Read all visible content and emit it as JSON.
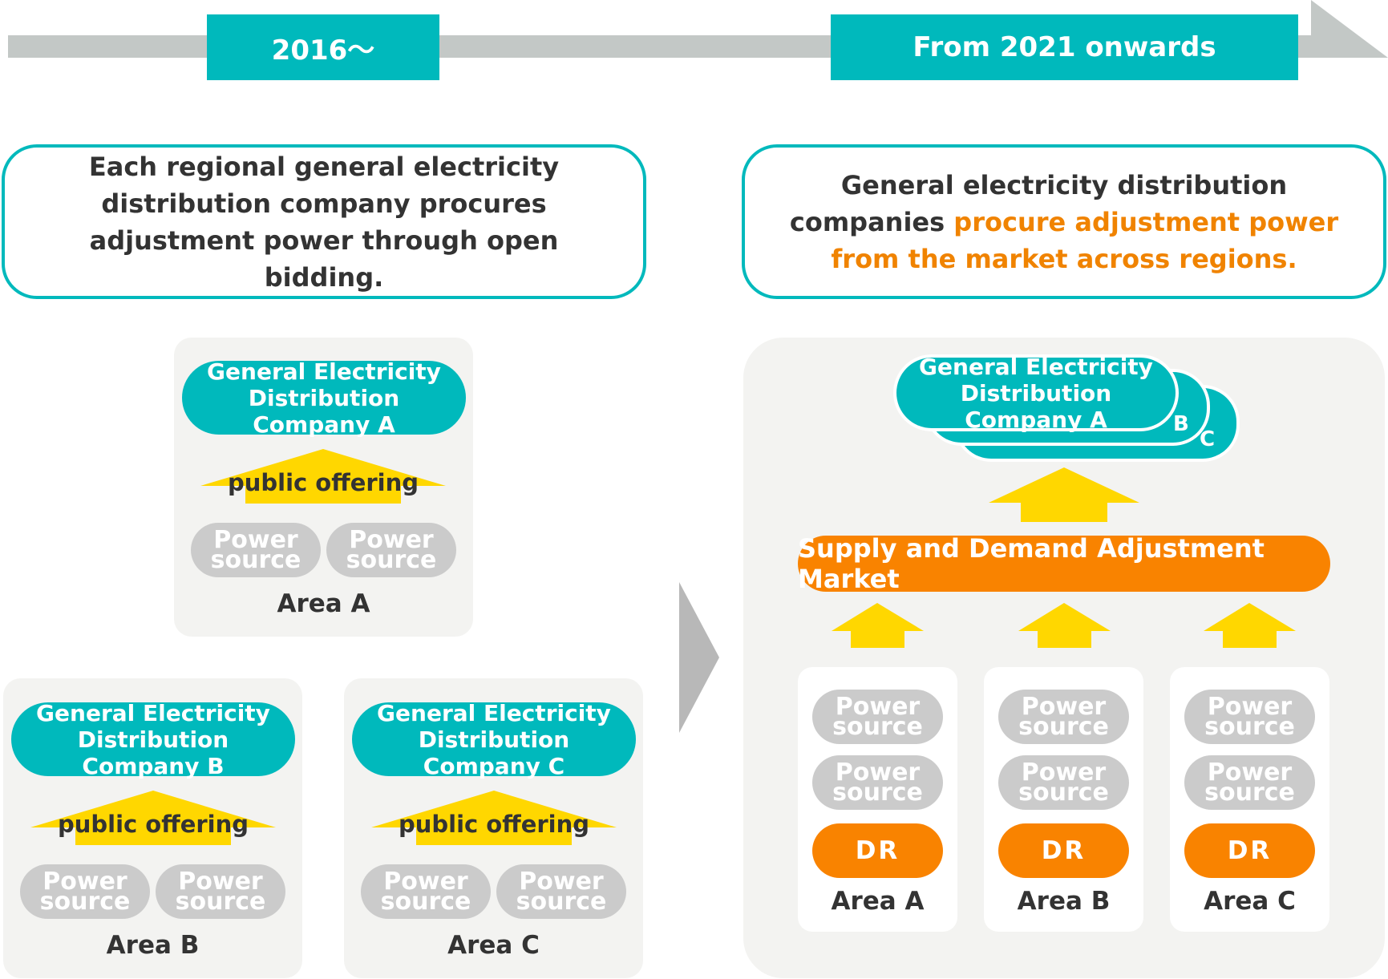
{
  "timeline": {
    "start_label": "2016～",
    "end_label": "From 2021 onwards"
  },
  "left": {
    "description": "Each regional general electricity distribution company procures adjustment power through open bidding.",
    "areas": [
      {
        "company": "General Electricity Distribution Company A",
        "offering": "public offering",
        "power": [
          "Power source",
          "Power source"
        ],
        "label": "Area A"
      },
      {
        "company": "General Electricity Distribution Company B",
        "offering": "public offering",
        "power": [
          "Power source",
          "Power source"
        ],
        "label": "Area B"
      },
      {
        "company": "General Electricity Distribution Company C",
        "offering": "public offering",
        "power": [
          "Power source",
          "Power source"
        ],
        "label": "Area C"
      }
    ]
  },
  "right": {
    "description_plain": "General electricity distribution companies",
    "description_highlight": "procure adjustment power from the market across regions.",
    "company_stack": {
      "company": "General Electricity Distribution Company A",
      "letter_b": "B",
      "letter_c": "C"
    },
    "market": "Supply and Demand Adjustment Market",
    "areas": [
      {
        "power": [
          "Power source",
          "Power source"
        ],
        "dr": "DR",
        "label": "Area A"
      },
      {
        "power": [
          "Power source",
          "Power source"
        ],
        "dr": "DR",
        "label": "Area B"
      },
      {
        "power": [
          "Power source",
          "Power source"
        ],
        "dr": "DR",
        "label": "Area C"
      }
    ]
  },
  "colors": {
    "teal": "#00b9bc",
    "orange": "#f98300",
    "yellow": "#ffd700",
    "gray_bar": "#c3c8c6",
    "power_gray": "#cbcbcb",
    "panel_bg": "#f3f3f1",
    "text_dark": "#333333"
  },
  "icons": [
    "timeline-arrow-icon",
    "up-arrow-icon",
    "transition-chevron-icon"
  ]
}
